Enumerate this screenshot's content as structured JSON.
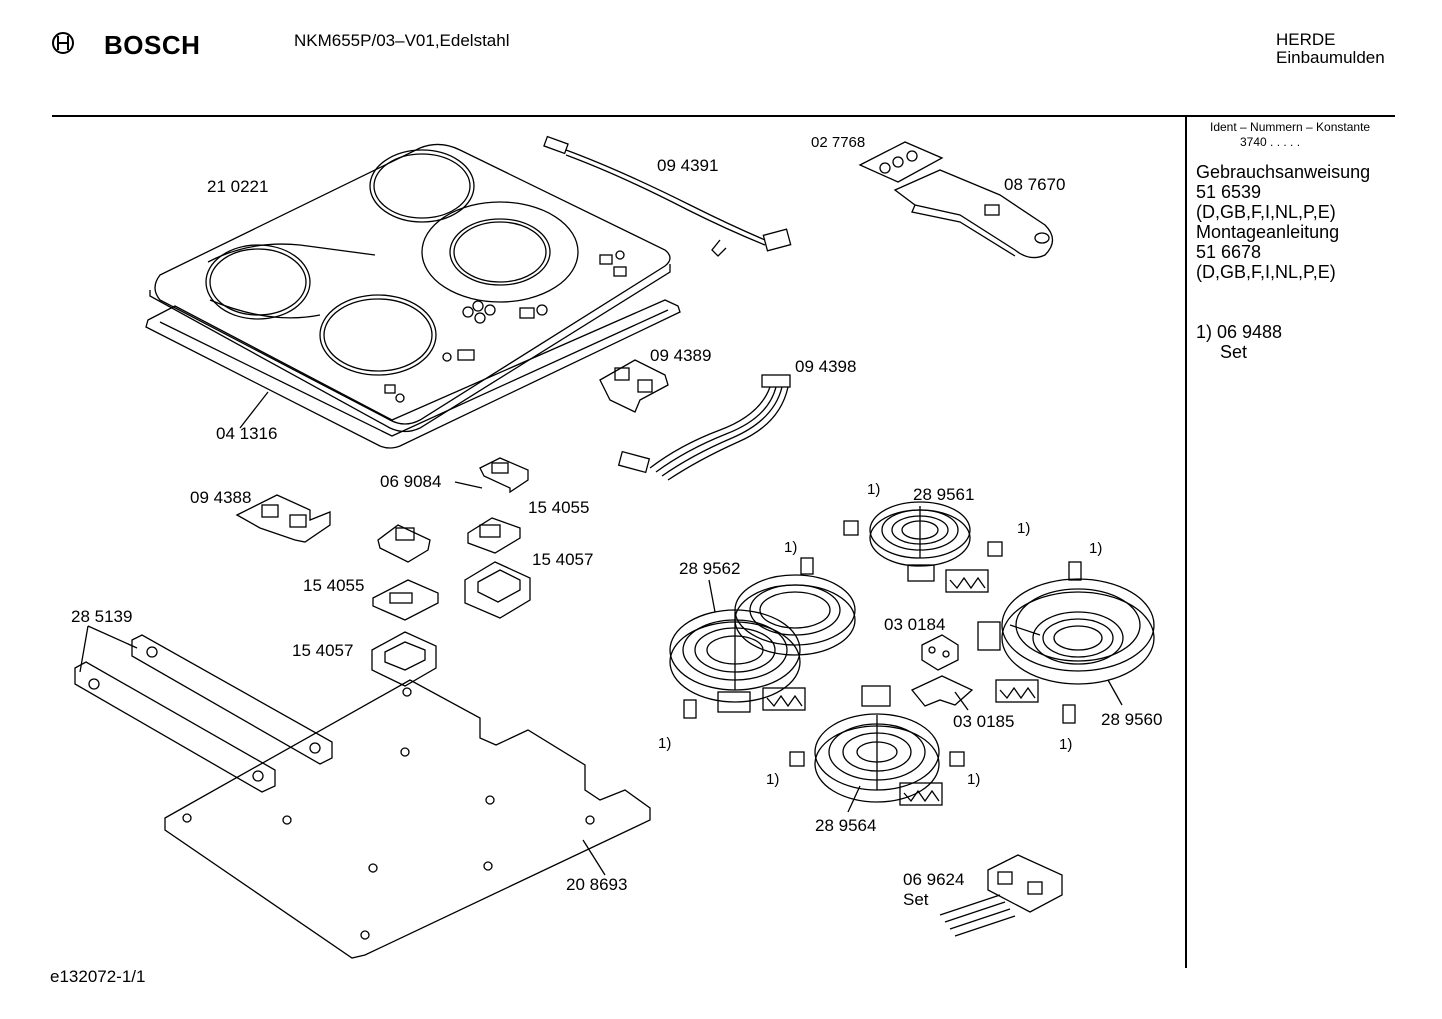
{
  "header": {
    "brand": "BOSCH",
    "model": "NKM655P/03–V01,Edelstahl",
    "category_line1": "HERDE",
    "category_line2": "Einbaumulden"
  },
  "sidebar": {
    "ident_title": "Ident – Nummern – Konstante",
    "ident_value": "3740  .   .   .   .   .",
    "lines": [
      "Gebrauchsanweisung",
      "51 6539",
      "(D,GB,F,I,NL,P,E)",
      "Montageanleitung",
      "51 6678",
      "(D,GB,F,I,NL,P,E)"
    ],
    "footnote_ref": "1) 06 9488",
    "footnote_text": "Set"
  },
  "footer": {
    "code": "e132072-1/1"
  },
  "parts": {
    "p210221": "21 0221",
    "p094391": "09 4391",
    "p027768": "02 7768",
    "p087670": "08 7670",
    "p041316": "04 1316",
    "p094389": "09 4389",
    "p094398": "09 4398",
    "p069084": "06 9084",
    "p094388": "09 4388",
    "p154055a": "15 4055",
    "p154057a": "15 4057",
    "p154055b": "15 4055",
    "p154057b": "15 4057",
    "p285139": "28 5139",
    "p289561": "28 9561",
    "p289562": "28 9562",
    "p030184": "03 0184",
    "p030185": "03 0185",
    "p289560": "28 9560",
    "p289564": "28 9564",
    "p208693": "20 8693",
    "p069624": "06 9624",
    "p069624set": "Set"
  },
  "notes": {
    "ref": "1)"
  }
}
